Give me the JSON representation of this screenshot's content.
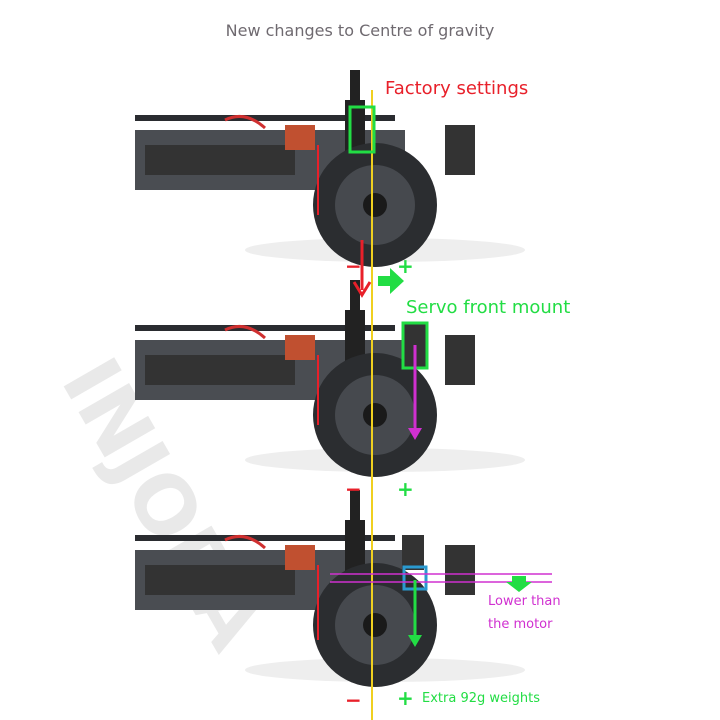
{
  "title": "New changes to Centre of gravity",
  "watermark": "INJORA",
  "panels": [
    {
      "label": "Factory settings",
      "minus": "−",
      "plus": "+"
    },
    {
      "label": "Servo front mount",
      "minus": "−",
      "plus": "+"
    },
    {
      "label_lines": [
        "Lower than",
        "the motor"
      ],
      "minus": "−",
      "plus": "+",
      "weight_label": "Extra 92g weights"
    }
  ],
  "colors": {
    "red": "#e8202a",
    "green": "#22dd44",
    "magenta": "#d030d0",
    "cg_line": "#f0d020"
  }
}
